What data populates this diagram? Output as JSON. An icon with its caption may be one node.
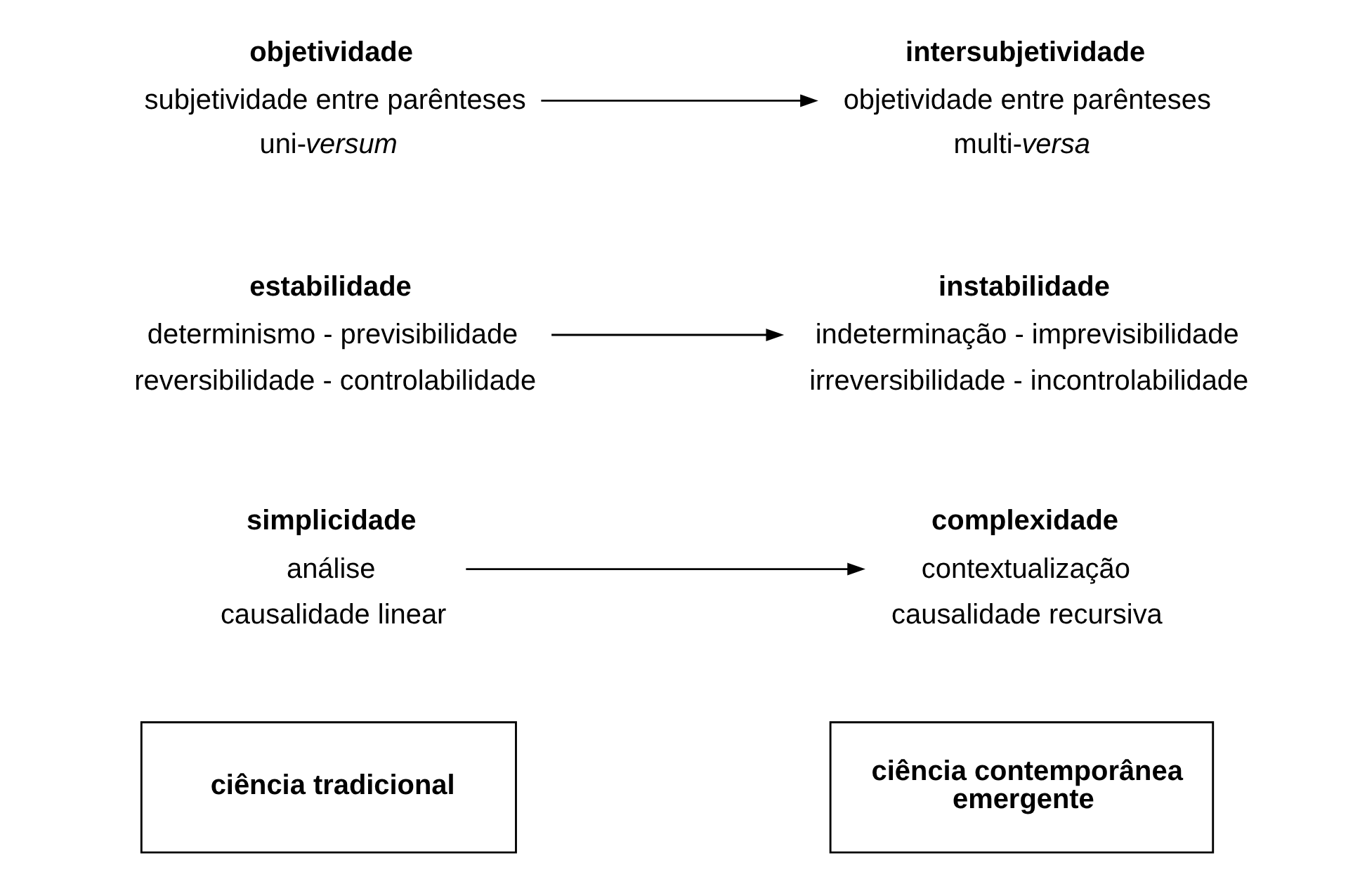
{
  "diagram": {
    "nodes": [
      {
        "text": [
          "ciência tradicional"
        ]
      },
      {
        "text": [
          "ciência contemporânea emergente"
        ]
      },
      {
        "text": [
          "simplicidade",
          "análise",
          "causalidade linear"
        ]
      },
      {
        "text": [
          "complexidade",
          "contextualização",
          "causalidade recursiva"
        ]
      },
      {
        "text": [
          "estabilidade",
          "determinismo - previsibilidade",
          "reversibilidade - controlabilidade"
        ]
      },
      {
        "text": [
          "instabilidade",
          "indeterminação - imprevisibilidade",
          "irreversibilidade - incontrolabilidade"
        ]
      },
      {
        "text": [
          "objetividade",
          "subjetividade entre parênteses",
          "uni-*versum*"
        ]
      },
      {
        "text": [
          "intersubjetividade",
          "objetividade entre parênteses",
          "multi-*versa*"
        ]
      }
    ],
    "edges": [
      {
        "from": 2,
        "to": 3,
        "arrow": "to"
      },
      {
        "from": 4,
        "to": 5,
        "arrow": "to"
      },
      {
        "from": 6,
        "to": 7,
        "arrow": "to"
      }
    ]
  }
}
